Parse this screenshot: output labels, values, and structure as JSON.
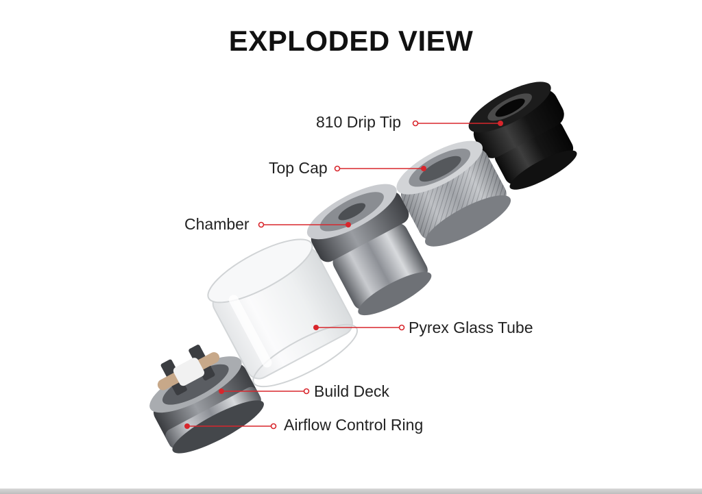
{
  "title": "EXPLODED VIEW",
  "colors": {
    "leader_line": "#d8262c",
    "text": "#222222"
  },
  "parts": [
    {
      "key": "drip_tip",
      "label": "810 Drip Tip"
    },
    {
      "key": "top_cap",
      "label": "Top Cap"
    },
    {
      "key": "chamber",
      "label": "Chamber"
    },
    {
      "key": "pyrex",
      "label": "Pyrex Glass Tube"
    },
    {
      "key": "build_deck",
      "label": "Build Deck"
    },
    {
      "key": "airflow",
      "label": "Airflow Control Ring"
    }
  ]
}
